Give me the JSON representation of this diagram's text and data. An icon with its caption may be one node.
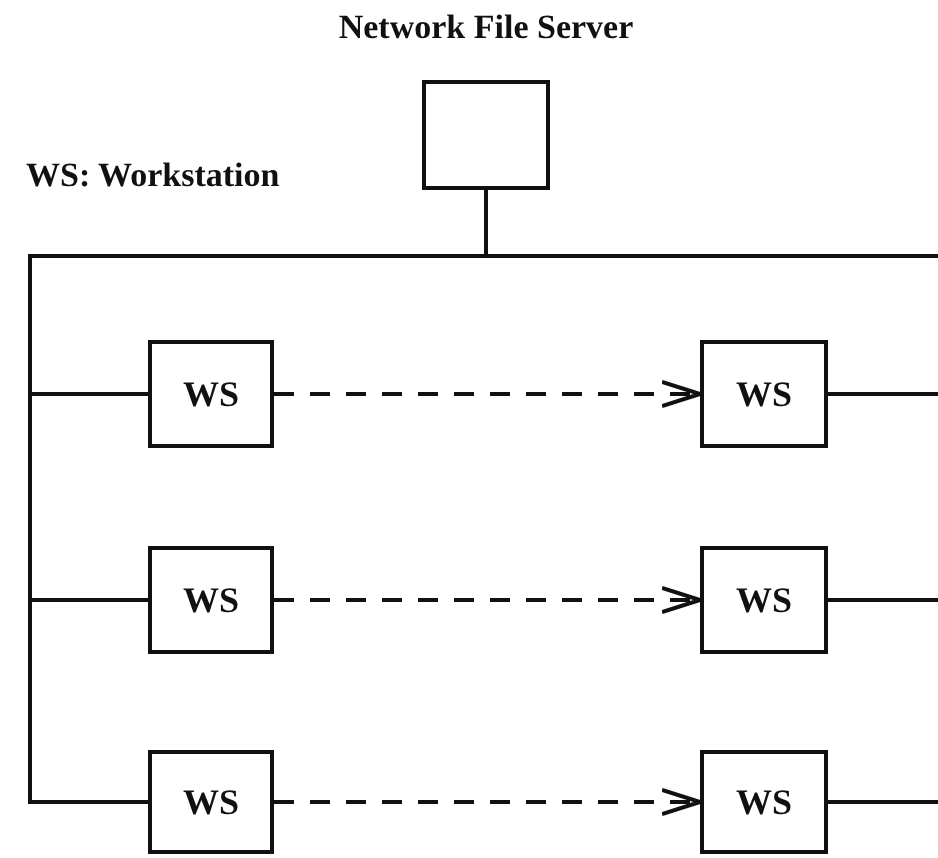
{
  "diagram": {
    "nodes": [
      {
        "text": [
          "Network File Server"
        ]
      },
      {
        "text": [
          "WS"
        ]
      },
      {
        "text": [
          "WS"
        ]
      },
      {
        "text": [
          "WS"
        ]
      },
      {
        "text": [
          "WS"
        ]
      },
      {
        "text": [
          "WS"
        ]
      },
      {
        "text": [
          "WS"
        ]
      }
    ],
    "edges": [
      {
        "from": 0,
        "to": 1,
        "arrow": "none"
      },
      {
        "from": 0,
        "to": 2,
        "arrow": "none"
      },
      {
        "from": 0,
        "to": 3,
        "arrow": "none"
      },
      {
        "from": 0,
        "to": 4,
        "arrow": "none"
      },
      {
        "from": 0,
        "to": 5,
        "arrow": "none"
      },
      {
        "from": 0,
        "to": 6,
        "arrow": "none"
      },
      {
        "from": 1,
        "to": 2,
        "arrow": "to",
        "style": "dashed"
      },
      {
        "from": 3,
        "to": 4,
        "arrow": "to",
        "style": "dashed"
      },
      {
        "from": 5,
        "to": 6,
        "arrow": "to",
        "style": "dashed"
      }
    ],
    "labels": [
      "WS: Workstation"
    ]
  }
}
